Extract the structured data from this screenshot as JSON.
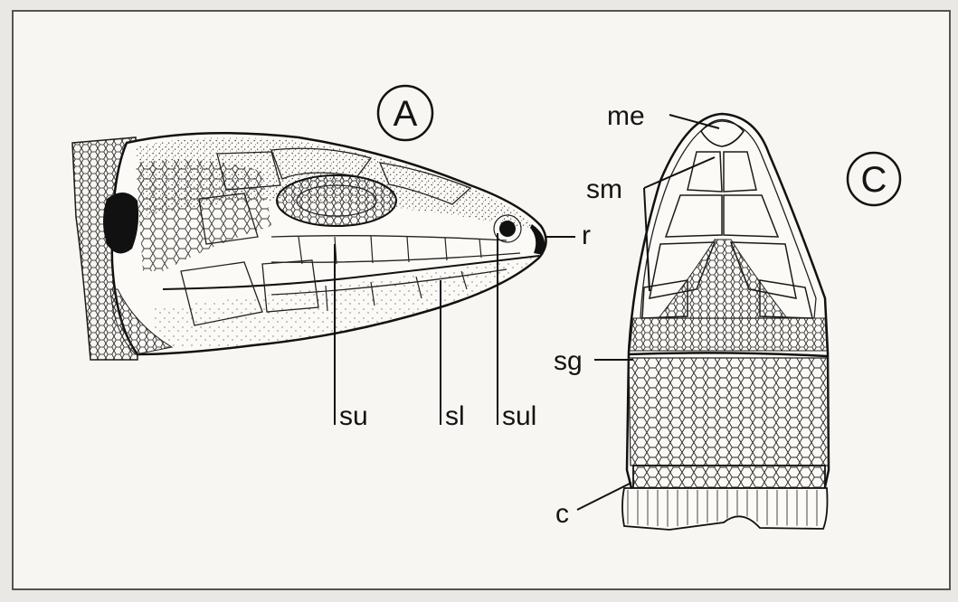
{
  "figure": {
    "panels": [
      {
        "key": "A",
        "label": "A"
      },
      {
        "key": "C",
        "label": "C"
      }
    ],
    "labels": {
      "su": "su",
      "sl": "sl",
      "sul": "sul",
      "r": "r",
      "me": "me",
      "sm": "sm",
      "sg": "sg",
      "c": "c"
    },
    "colors": {
      "background": "#e9e8e4",
      "paper": "#f7f6f2",
      "ink": "#141414"
    }
  }
}
